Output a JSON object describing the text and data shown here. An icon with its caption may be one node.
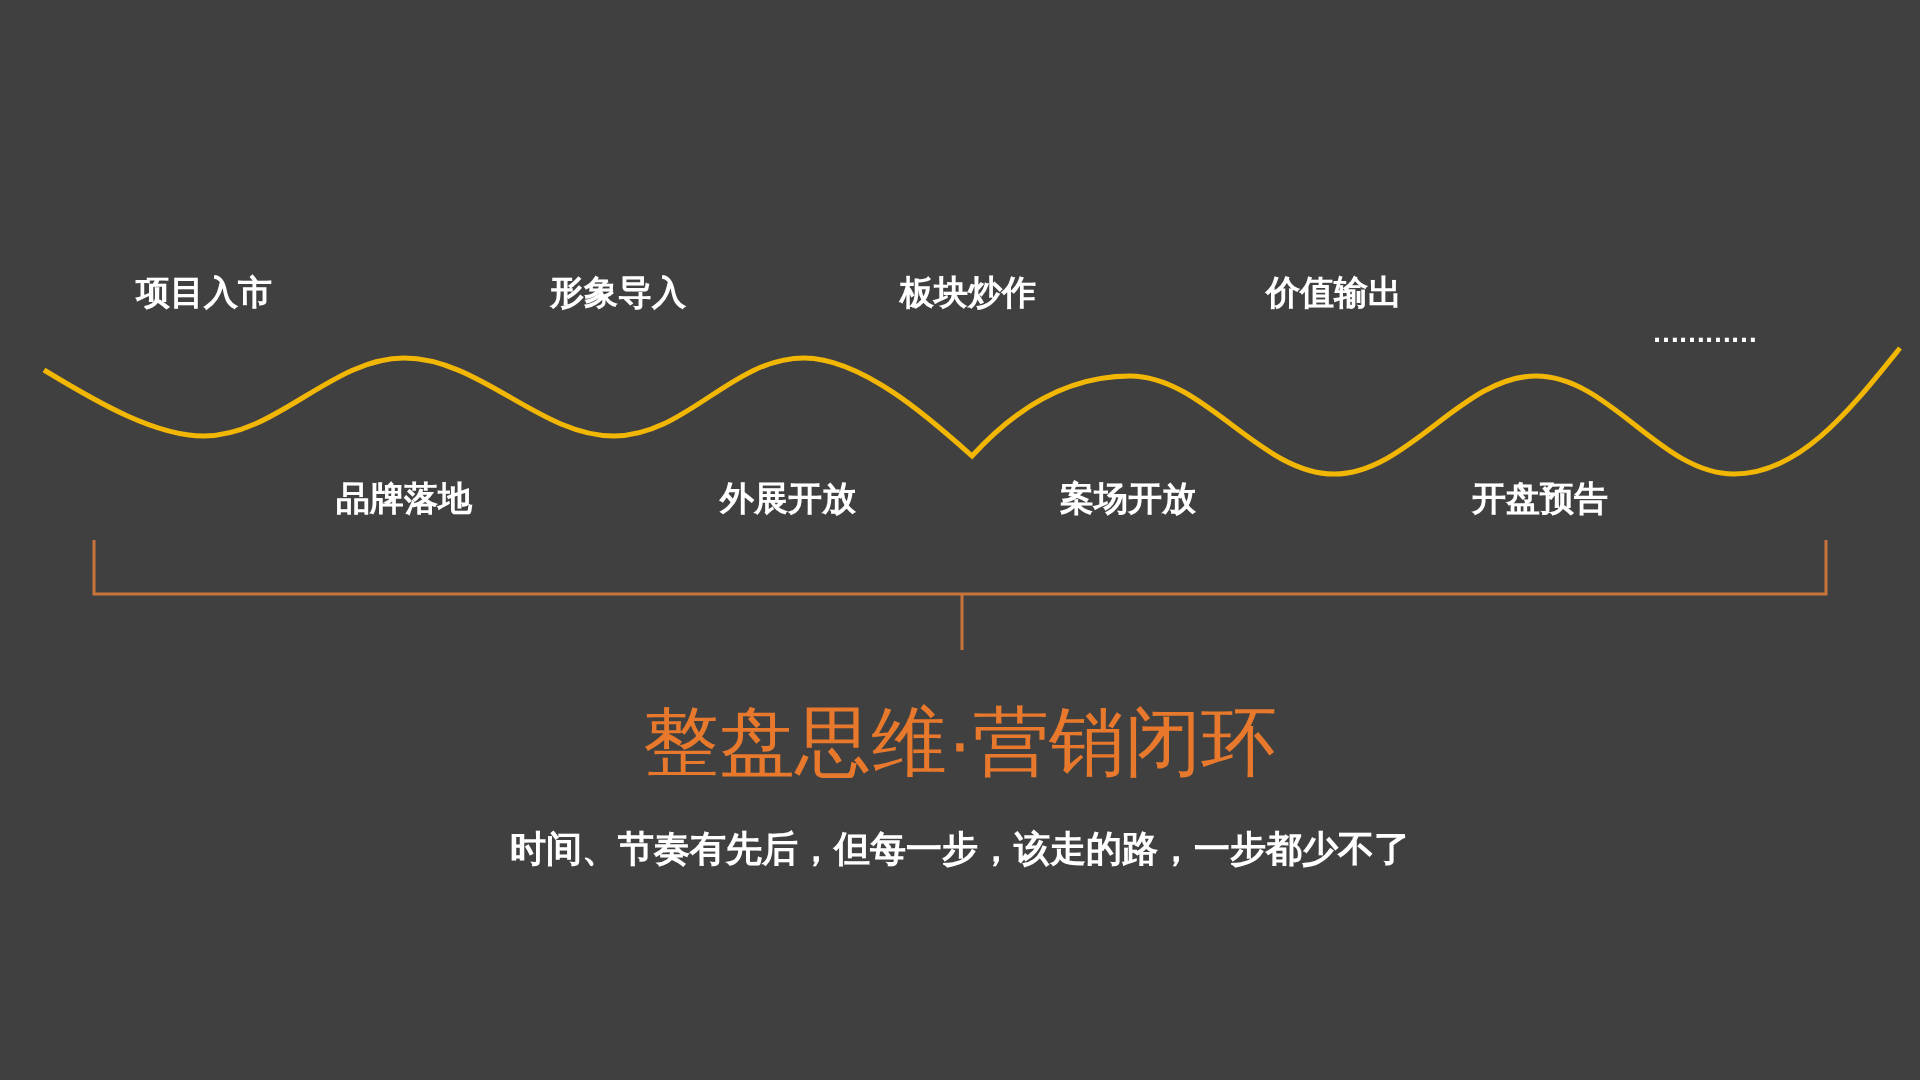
{
  "diagram": {
    "title": "整盘思维·营销闭环",
    "caption": "时间、节奏有先后，但每一步，该走的路，一步都少不了",
    "labels": [
      "项目入市",
      "品牌落地",
      "形象导入",
      "外展开放",
      "板块炒作",
      "案场开放",
      "价值输出",
      "开盘预告",
      "…………"
    ]
  }
}
